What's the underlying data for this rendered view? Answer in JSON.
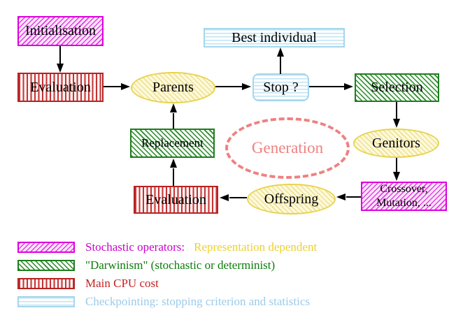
{
  "diagram": {
    "nodes": {
      "initialisation": "Initialisation",
      "evaluation_top": "Evaluation",
      "parents": "Parents",
      "best_individual": "Best individual",
      "stop": "Stop ?",
      "selection": "Selection",
      "replacement": "Replacement",
      "generation": "Generation",
      "genitors": "Genitors",
      "crossover_line1": "Crossover,",
      "crossover_line2": "Mutation, ...",
      "offspring": "Offspring",
      "evaluation_bottom": "Evaluation"
    },
    "edges": [
      {
        "from": "initialisation",
        "to": "evaluation_top"
      },
      {
        "from": "evaluation_top",
        "to": "parents"
      },
      {
        "from": "parents",
        "to": "stop"
      },
      {
        "from": "stop",
        "to": "best_individual"
      },
      {
        "from": "stop",
        "to": "selection"
      },
      {
        "from": "selection",
        "to": "genitors"
      },
      {
        "from": "genitors",
        "to": "crossover_mutation"
      },
      {
        "from": "crossover_mutation",
        "to": "offspring"
      },
      {
        "from": "offspring",
        "to": "evaluation_bottom"
      },
      {
        "from": "evaluation_bottom",
        "to": "replacement"
      },
      {
        "from": "replacement",
        "to": "parents"
      }
    ],
    "legend": [
      {
        "swatch": "magenta-diagonal-hatch",
        "label": "Stochastic operators:",
        "label2": "Representation dependent"
      },
      {
        "swatch": "green-diagonal-hatch",
        "label": "\"Darwinism\" (stochastic or determinist)"
      },
      {
        "swatch": "red-vertical-stripes",
        "label": "Main CPU cost"
      },
      {
        "swatch": "blue-horizontal-stripes",
        "label": "Checkpointing: stopping criterion and statistics"
      }
    ],
    "colors": {
      "magenta_border": "#DD00DD",
      "green_border": "#1E7E1E",
      "red_border": "#B82222",
      "light_blue_border": "#A5D6EC",
      "yellow_border": "#E7D44E",
      "salmon_dashed": "#F08080",
      "legend_magenta_text": "#CC00CC",
      "legend_gold_text": "#EDD02F",
      "legend_green_text": "#0B7D0B",
      "legend_red_text": "#C32222",
      "legend_blue_text": "#9BCBE9"
    }
  }
}
